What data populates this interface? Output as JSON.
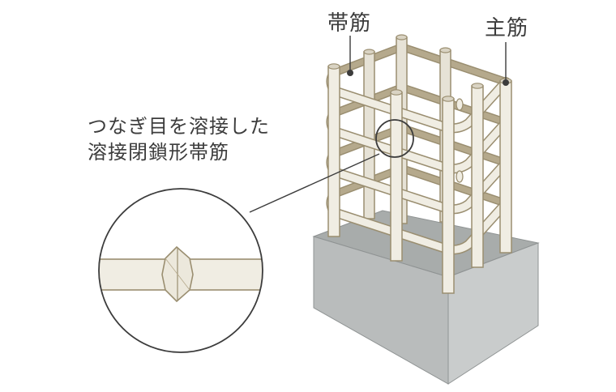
{
  "labels": {
    "hoop_reinforcement": "帯筋",
    "main_reinforcement": "主筋",
    "weld_line1": "つなぎ目を溶接した",
    "weld_line2": "溶接閉鎖形帯筋"
  },
  "colors": {
    "bar_fill": "#f0ede3",
    "bar_outline": "#9a8e70",
    "hoop_back": "#b5a98c",
    "concrete_top": "#a8acab",
    "concrete_left": "#b9bcbc",
    "concrete_right": "#c9cccc",
    "text": "#3c3c3c"
  }
}
